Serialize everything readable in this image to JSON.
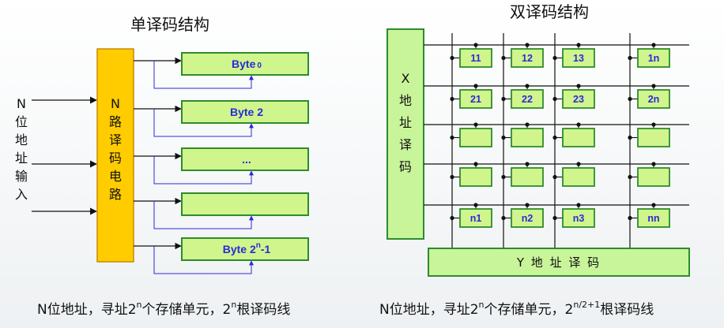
{
  "colors": {
    "decoder": "#ffcc00",
    "decoder_stroke": "#c98a00",
    "green_fill": "#cff58c",
    "green_bar": "#c8f49a",
    "green_stroke": "#2e8b2e",
    "grid_line": "#111111",
    "feedback_line": "#2a2ad8",
    "cell_text": "#2a2ad8"
  },
  "left": {
    "title": "单译码结构",
    "input_label_chars": [
      "N",
      "位",
      "地",
      "址",
      "输",
      "入"
    ],
    "decoder_label_chars": [
      "N",
      "路",
      "译",
      "码",
      "电",
      "路"
    ],
    "bytes": [
      {
        "main": "Byte",
        "small": "0",
        "sup": ""
      },
      {
        "main": "Byte 2",
        "small": "",
        "sup": ""
      },
      {
        "main": "...",
        "small": "",
        "sup": ""
      },
      {
        "main": "",
        "small": "",
        "sup": ""
      },
      {
        "main": "Byte 2",
        "small": "",
        "sup": "n",
        "tail": "-1"
      }
    ],
    "caption": {
      "a": "N位地址，寻址2",
      "sup1": "n",
      "b": "个存储单元，2",
      "sup2": "n",
      "c": "根译码线"
    }
  },
  "right": {
    "title": "双译码结构",
    "x_decoder_chars": [
      "X",
      "地",
      "址",
      "译",
      "码"
    ],
    "y_decoder_label": "Y 地 址 译 码",
    "cells": [
      [
        "11",
        "12",
        "13",
        "1n"
      ],
      [
        "21",
        "22",
        "23",
        "2n"
      ],
      [
        "",
        "",
        "",
        ""
      ],
      [
        "",
        "",
        "",
        ""
      ],
      [
        "n1",
        "n2",
        "n3",
        "nn"
      ]
    ],
    "caption": {
      "a": "N位地址，寻址2",
      "sup1": "n",
      "b": "个存储单元，2",
      "sup2": "n/2+1",
      "c": "根译码线"
    }
  }
}
